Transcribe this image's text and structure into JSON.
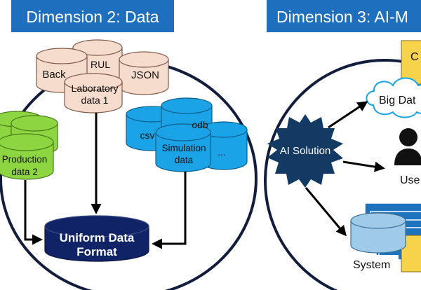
{
  "panels": {
    "dimension2": {
      "header": "Dimension 2: Data",
      "header_color": "#1f6fbf",
      "sources": {
        "peach": {
          "back": "Back",
          "rul": "RUL",
          "json": "JSON",
          "lab_line1": "Laboratory",
          "lab_line2": "data 1",
          "color": "#f6dccd"
        },
        "green": {
          "prod_line1": "Production",
          "prod_line2": "data 2",
          "color": "#8ed641"
        },
        "blue": {
          "csv": "csv",
          "odb": "odb",
          "dots": "...",
          "sim_line1": "Simulation",
          "sim_line2": "data",
          "color": "#1aa3e6"
        }
      },
      "target": {
        "line1": "Uniform Data",
        "line2": "Format",
        "color": "#0f2366"
      }
    },
    "dimension3": {
      "header": "Dimension 3: AI-M",
      "ai_solution": "AI Solution",
      "big_data": "Big Dat",
      "user": "Use",
      "system": "System",
      "top_box": "C",
      "star_color": "#123a63",
      "system_color": "#9fcbe9",
      "box_color": "#f7d24b"
    }
  }
}
